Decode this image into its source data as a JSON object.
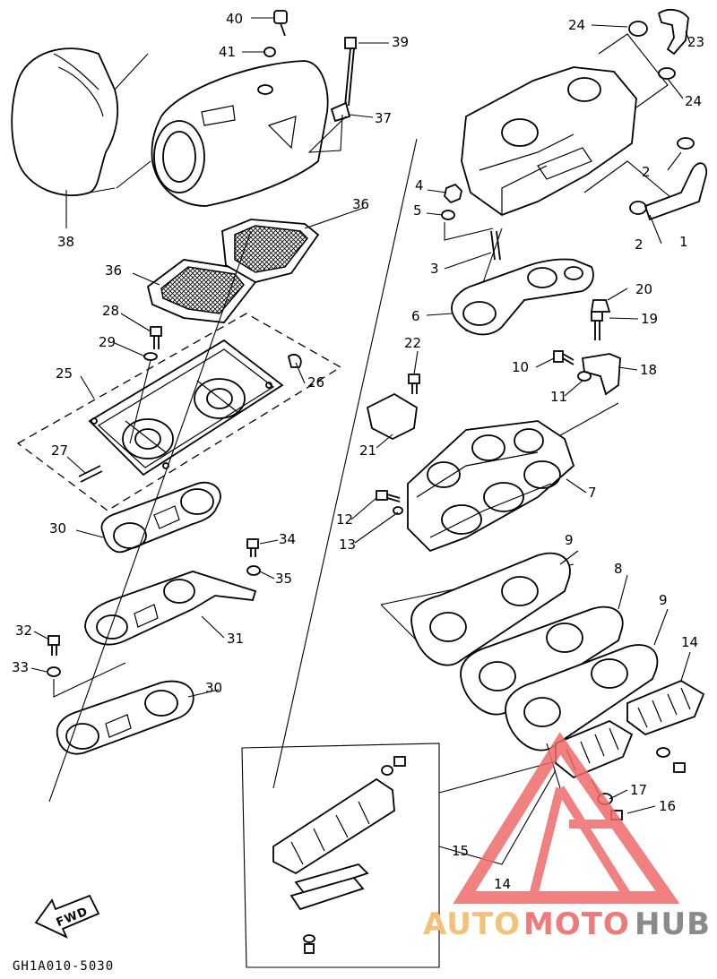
{
  "diagram": {
    "part_numbers": {
      "p1": "1",
      "p2a": "2",
      "p2b": "2",
      "p3": "3",
      "p4": "4",
      "p5": "5",
      "p6": "6",
      "p7": "7",
      "p8": "8",
      "p9a": "9",
      "p9b": "9",
      "p10": "10",
      "p11": "11",
      "p12": "12",
      "p13": "13",
      "p14a": "14",
      "p14b": "14",
      "p15": "15",
      "p16": "16",
      "p17": "17",
      "p18": "18",
      "p19": "19",
      "p20": "20",
      "p21": "21",
      "p22": "22",
      "p23": "23",
      "p24a": "24",
      "p24b": "24",
      "p25": "25",
      "p26": "26",
      "p27": "27",
      "p28": "28",
      "p29": "29",
      "p30a": "30",
      "p30b": "30",
      "p31": "31",
      "p32": "32",
      "p33": "33",
      "p34": "34",
      "p35": "35",
      "p36a": "36",
      "p36b": "36",
      "p37": "37",
      "p38": "38",
      "p39": "39",
      "p40": "40",
      "p41": "41"
    },
    "fwd_label": "FWD",
    "diagram_code": "GH1A010-5030"
  },
  "watermark": {
    "text_auto": "AUTO",
    "text_moto": "MOTO",
    "text_hub": "HUB",
    "colors": {
      "auto": "#f3c27a",
      "moto": "#ef7a7a",
      "hub": "#8a8a8a",
      "triangle": "#ef6b6b"
    }
  }
}
